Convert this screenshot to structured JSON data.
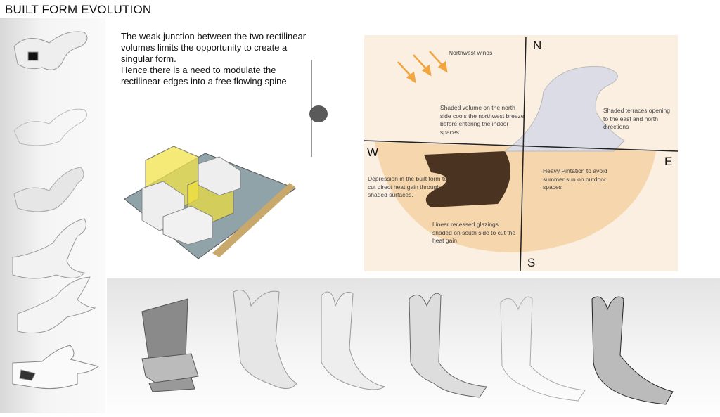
{
  "title": "BUILT FORM EVOLUTION",
  "intro": {
    "line1": "The weak junction between the two rectilinear volumes limits the opportunity to create a singular form.",
    "line2": "Hence there is a need to modulate the rectilinear edges into a free flowing spine"
  },
  "diagram": {
    "directions": {
      "n": "N",
      "s": "S",
      "e": "E",
      "w": "W"
    },
    "labels": {
      "winds": "Northwest winds",
      "north_volume": "Shaded volume on the north side cools the northwest breeze before entering the indoor spaces.",
      "terraces": "Shaded terraces opening to the east and north directions",
      "depression": "Depression in the built form to cut direct heat gain through shaded surfaces.",
      "plantation": "Heavy Pintation to avoid summer sun on outdoor spaces",
      "glazings": "Linear recessed glazings shaded on south side to cut the heat gain"
    },
    "colors": {
      "panel": "#fbefe2",
      "sun_zone": "#f6d6ac",
      "arrow": "#f0a540",
      "depression": "#4a3421"
    }
  }
}
